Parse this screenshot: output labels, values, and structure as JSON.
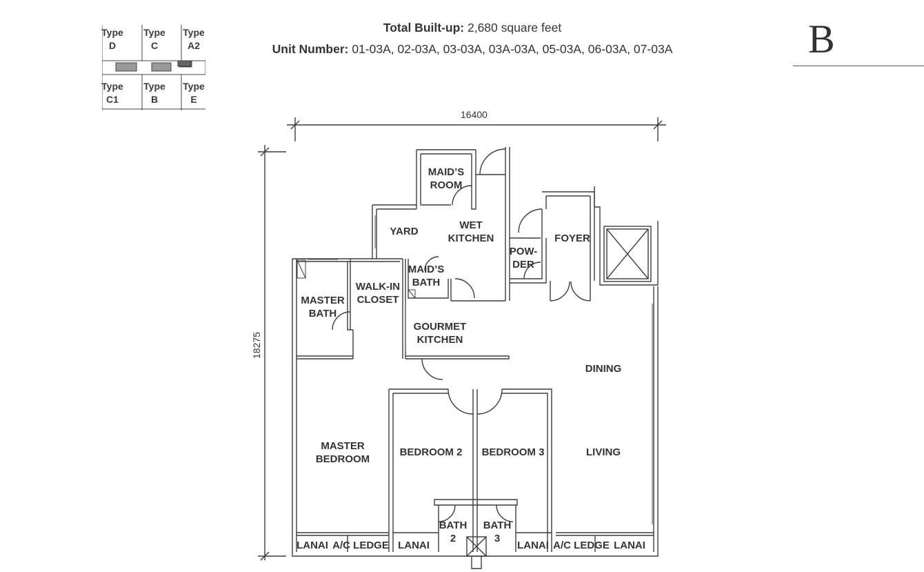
{
  "key_plan": {
    "types": [
      {
        "l1": "Type",
        "l2": "D"
      },
      {
        "l1": "Type",
        "l2": "C"
      },
      {
        "l1": "Type",
        "l2": "A2"
      },
      {
        "l1": "Type",
        "l2": "C1"
      },
      {
        "l1": "Type",
        "l2": "B"
      },
      {
        "l1": "Type",
        "l2": "E"
      }
    ]
  },
  "info": {
    "built_up_label": "Total Built-up:",
    "built_up_value": "2,680 square feet",
    "unit_label": "Unit Number:",
    "unit_value": "01-03A, 02-03A, 03-03A, 03A-03A, 05-03A, 06-03A, 07-03A"
  },
  "type_letter": "B",
  "dimensions": {
    "width": "16400",
    "height": "18275"
  },
  "rooms": {
    "maids_room": [
      "MAID’S",
      "ROOM"
    ],
    "yard": [
      "YARD"
    ],
    "wet_kitchen": [
      "WET",
      "KITCHEN"
    ],
    "powder": [
      "POW-",
      "DER"
    ],
    "foyer": [
      "FOYER"
    ],
    "maids_bath": [
      "MAID’S",
      "BATH"
    ],
    "walk_in_closet": [
      "WALK-IN",
      "CLOSET"
    ],
    "master_bath": [
      "MASTER",
      "BATH"
    ],
    "gourmet_kitchen": [
      "GOURMET",
      "KITCHEN"
    ],
    "dining": [
      "DINING"
    ],
    "master_bedroom": [
      "MASTER",
      "BEDROOM"
    ],
    "bedroom_2": [
      "BEDROOM 2"
    ],
    "bedroom_3": [
      "BEDROOM 3"
    ],
    "living": [
      "LIVING"
    ],
    "bath_2": [
      "BATH",
      "2"
    ],
    "bath_3": [
      "BATH",
      "3"
    ],
    "lanai_1": [
      "LANAI"
    ],
    "ac_ledge_1": [
      "A/C LEDGE"
    ],
    "lanai_2": [
      "LANAI"
    ],
    "lanai_3": [
      "LANAI"
    ],
    "ac_ledge_2": [
      "A/C LEDGE"
    ],
    "lanai_4": [
      "LANAI"
    ]
  },
  "colors": {
    "wall": "#3c3c3c",
    "text": "#333333",
    "highlight": "#888888"
  }
}
